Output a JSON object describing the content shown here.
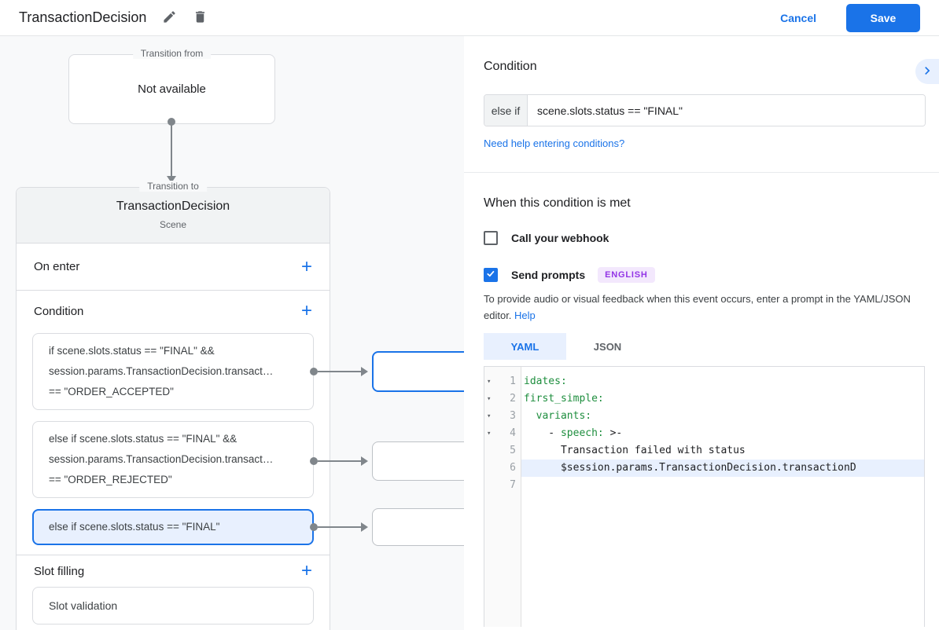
{
  "colors": {
    "accent": "#1a73e8",
    "selected_bg": "#e8f0fe",
    "canvas_bg": "#f8f9fa",
    "border": "#dadce0",
    "green": "#1e8e3e",
    "badge_bg": "#f3e8fd",
    "badge_text": "#9334e6"
  },
  "topbar": {
    "title": "TransactionDecision",
    "cancel": "Cancel",
    "save": "Save"
  },
  "canvas": {
    "transition_from": {
      "legend": "Transition from",
      "value": "Not available"
    },
    "transition_to": {
      "legend": "Transition to",
      "title": "TransactionDecision",
      "subtitle": "Scene",
      "on_enter_label": "On enter",
      "condition_label": "Condition",
      "slot_filling_label": "Slot filling",
      "slot_validation_label": "Slot validation",
      "conditions": [
        {
          "text": "if scene.slots.status == \"FINAL\" &&\nsession.params.TransactionDecision.transact…\n== \"ORDER_ACCEPTED\"",
          "selected": false
        },
        {
          "text": "else if scene.slots.status == \"FINAL\" &&\nsession.params.TransactionDecision.transact…\n== \"ORDER_REJECTED\"",
          "selected": false
        },
        {
          "text": "else if scene.slots.status == \"FINAL\"",
          "selected": true
        }
      ]
    }
  },
  "panel": {
    "condition_heading": "Condition",
    "else_if_label": "else if",
    "condition_value": "scene.slots.status == \"FINAL\"",
    "help_link": "Need help entering conditions?",
    "when_heading": "When this condition is met",
    "webhook_label": "Call your webhook",
    "webhook_checked": false,
    "prompts_label": "Send prompts",
    "prompts_checked": true,
    "language_badge": "ENGLISH",
    "helper_text": "To provide audio or visual feedback when this event occurs, enter a prompt in the YAML/JSON editor.",
    "help_label": "Help",
    "tabs": [
      {
        "label": "YAML",
        "active": true
      },
      {
        "label": "JSON",
        "active": false
      }
    ],
    "editor": {
      "lines": [
        {
          "num": 1,
          "fold": true,
          "highlight": false,
          "parts": [
            {
              "text": "idates:",
              "color": "green"
            }
          ]
        },
        {
          "num": 2,
          "fold": true,
          "highlight": false,
          "parts": [
            {
              "text": "first_simple:",
              "color": "green"
            }
          ]
        },
        {
          "num": 3,
          "fold": true,
          "highlight": false,
          "parts": [
            {
              "text": "  variants:",
              "color": "green"
            }
          ]
        },
        {
          "num": 4,
          "fold": true,
          "highlight": false,
          "parts": [
            {
              "text": "    - ",
              "color": "dark"
            },
            {
              "text": "speech:",
              "color": "green"
            },
            {
              "text": " >-",
              "color": "dark"
            }
          ]
        },
        {
          "num": 5,
          "fold": false,
          "highlight": false,
          "parts": [
            {
              "text": "      Transaction failed with status",
              "color": "dark"
            }
          ]
        },
        {
          "num": 6,
          "fold": false,
          "highlight": true,
          "parts": [
            {
              "text": "      $session.params.TransactionDecision.transactionD",
              "color": "dark"
            }
          ]
        },
        {
          "num": 7,
          "fold": false,
          "highlight": false,
          "parts": []
        }
      ]
    }
  }
}
